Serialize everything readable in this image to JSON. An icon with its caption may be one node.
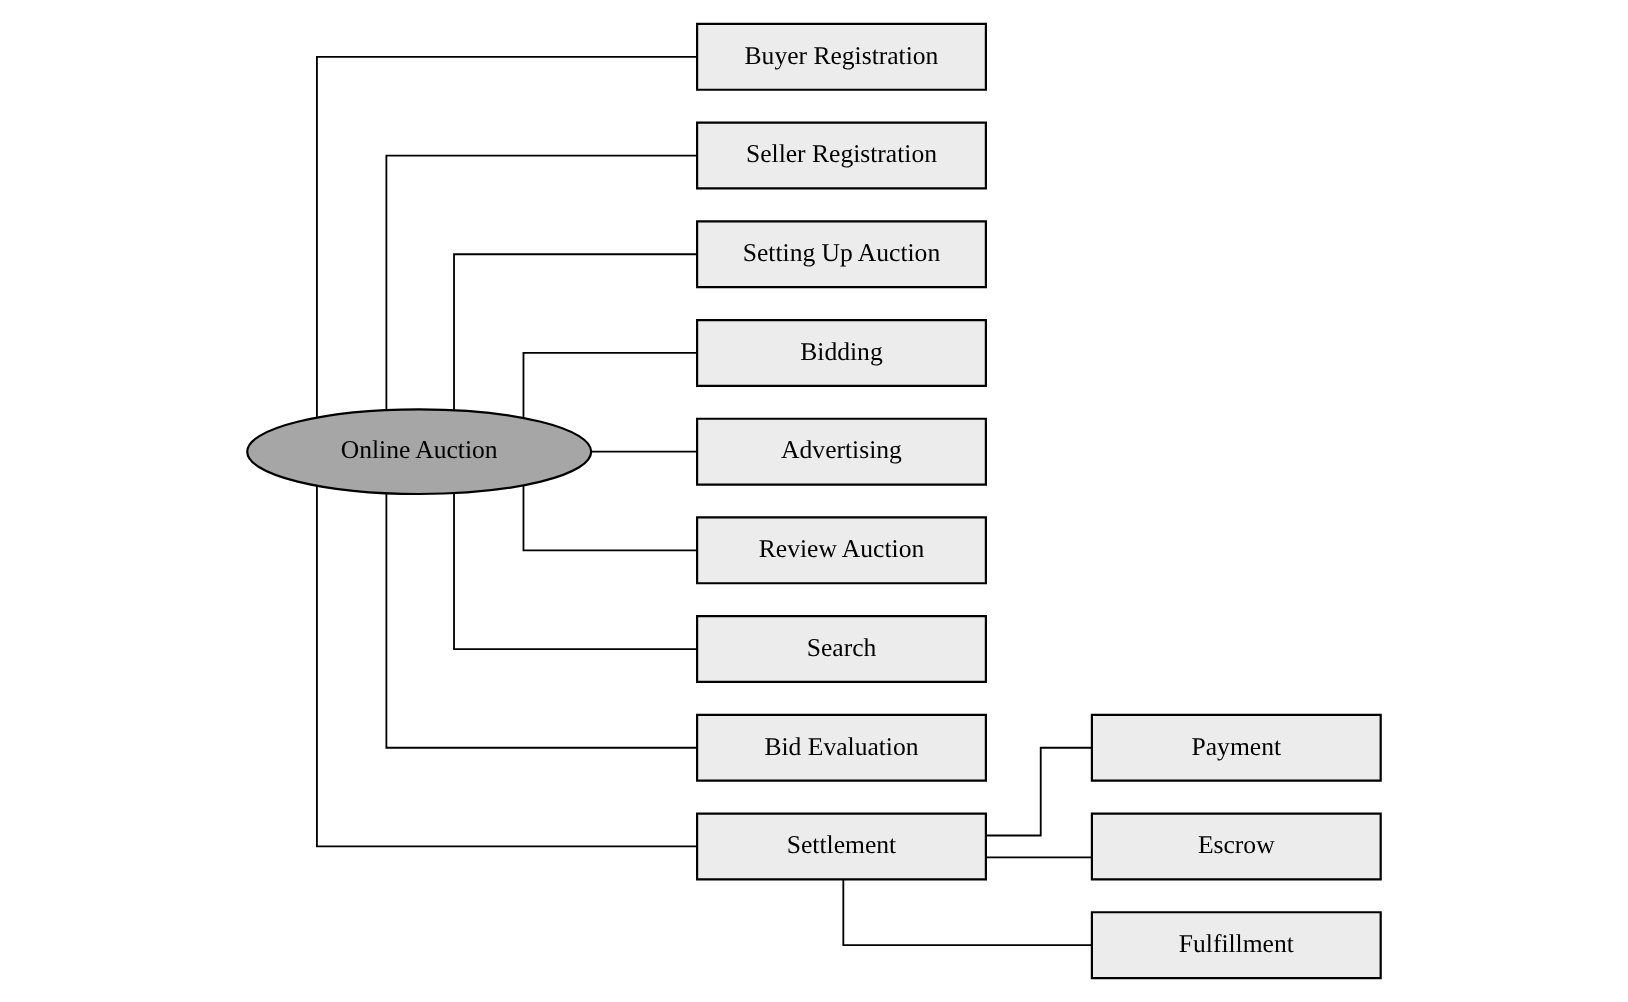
{
  "diagram": {
    "nodes": [
      {
        "text": [
          "Online Auction"
        ]
      },
      {
        "text": [
          "Buyer Registration"
        ]
      },
      {
        "text": [
          "Seller Registration"
        ]
      },
      {
        "text": [
          "Setting Up Auction"
        ]
      },
      {
        "text": [
          "Bidding"
        ]
      },
      {
        "text": [
          "Advertising"
        ]
      },
      {
        "text": [
          "Review Auction"
        ]
      },
      {
        "text": [
          "Search"
        ]
      },
      {
        "text": [
          "Bid Evaluation"
        ]
      },
      {
        "text": [
          "Settlement"
        ]
      },
      {
        "text": [
          "Payment"
        ]
      },
      {
        "text": [
          "Escrow"
        ]
      },
      {
        "text": [
          "Fulfillment"
        ]
      }
    ],
    "edges": [
      {
        "from": 0,
        "to": 1,
        "arrow": "none"
      },
      {
        "from": 0,
        "to": 2,
        "arrow": "none"
      },
      {
        "from": 0,
        "to": 3,
        "arrow": "none"
      },
      {
        "from": 0,
        "to": 4,
        "arrow": "none"
      },
      {
        "from": 0,
        "to": 5,
        "arrow": "none"
      },
      {
        "from": 0,
        "to": 6,
        "arrow": "none"
      },
      {
        "from": 0,
        "to": 7,
        "arrow": "none"
      },
      {
        "from": 0,
        "to": 8,
        "arrow": "none"
      },
      {
        "from": 0,
        "to": 9,
        "arrow": "none"
      },
      {
        "from": 9,
        "to": 10,
        "arrow": "none"
      },
      {
        "from": 9,
        "to": 11,
        "arrow": "none"
      },
      {
        "from": 9,
        "to": 12,
        "arrow": "none"
      }
    ]
  }
}
